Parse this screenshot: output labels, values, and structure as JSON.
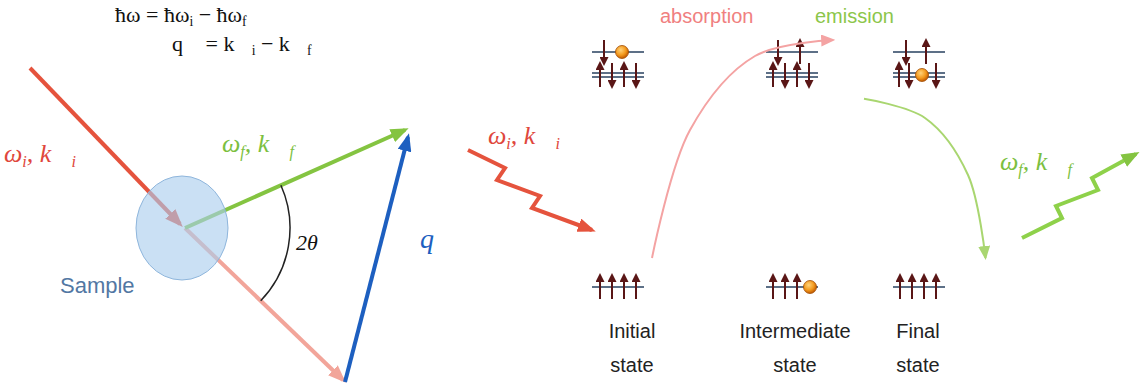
{
  "diagram": {
    "nodes": [
      {
        "text": [
          "Sample"
        ]
      },
      {
        "text": [
          "Initial state"
        ]
      },
      {
        "text": [
          "Intermediate state"
        ]
      },
      {
        "text": [
          "Final state"
        ]
      }
    ],
    "edges": [
      {
        "from": 1,
        "to": 2,
        "arrow": "to"
      },
      {
        "from": 2,
        "to": 3,
        "arrow": "to"
      }
    ],
    "labels": [
      "ħω = ħωi − ħωf",
      "q⃗ = k⃗i − k⃗f",
      "ωi, k⃗i",
      "ωf, k⃗f",
      "2θ",
      "q⃗",
      "absorption",
      "emission",
      "ωi, k⃗i",
      "ωf, k⃗f"
    ]
  }
}
